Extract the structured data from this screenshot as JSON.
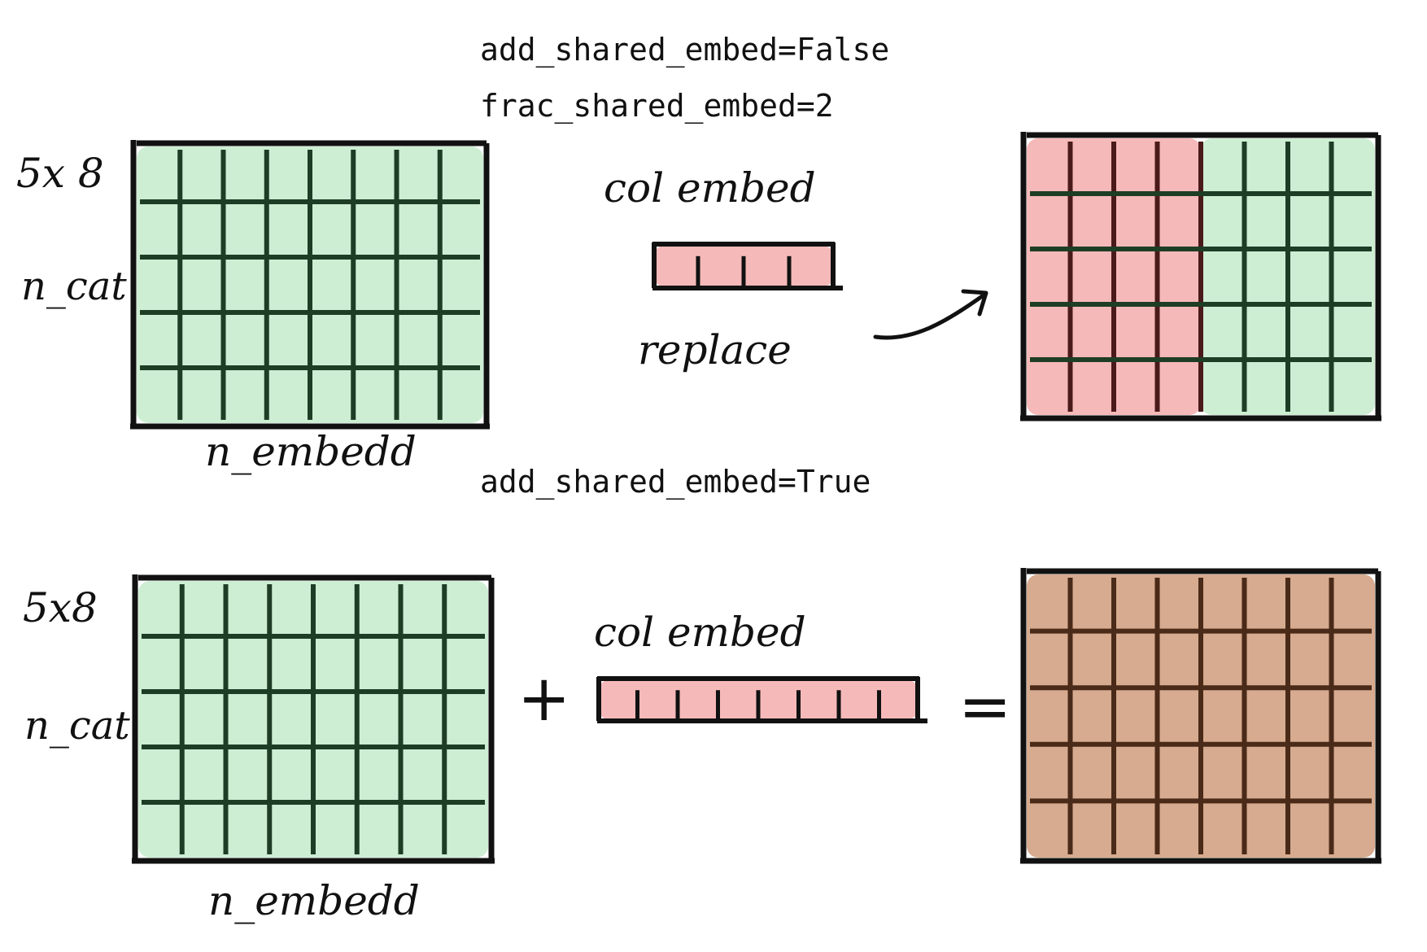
{
  "top_section": {
    "setting_label": "add_shared_embed=False",
    "frac_label": "frac_shared_embed=2",
    "matrix": {
      "shape_label": "5x 8",
      "row_label": "n_cat",
      "col_label": "n_embedd",
      "rows": 5,
      "cols": 8
    },
    "col_embed_label": "col embed",
    "col_embed_cells": 4,
    "replace_label": "replace",
    "result": {
      "rows": 5,
      "cols": 8,
      "replaced_cols": 4
    }
  },
  "bottom_section": {
    "setting_label": "add_shared_embed=True",
    "matrix": {
      "shape_label": "5x8",
      "row_label": "n_cat",
      "col_label": "n_embedd",
      "rows": 5,
      "cols": 8
    },
    "plus_sign": "+",
    "col_embed_label": "col embed",
    "col_embed_cells": 8,
    "equals_sign": "=",
    "result": {
      "rows": 5,
      "cols": 8
    }
  },
  "colors": {
    "embed_green": "#cdeed3",
    "shared_red": "#f6b9b9",
    "sum_brown": "#d6ab8f",
    "line_dark_green": "#1e3d25",
    "line_dark_red": "#4a1a1a",
    "line_dark_brown": "#4a2a18",
    "ink": "#111111"
  }
}
